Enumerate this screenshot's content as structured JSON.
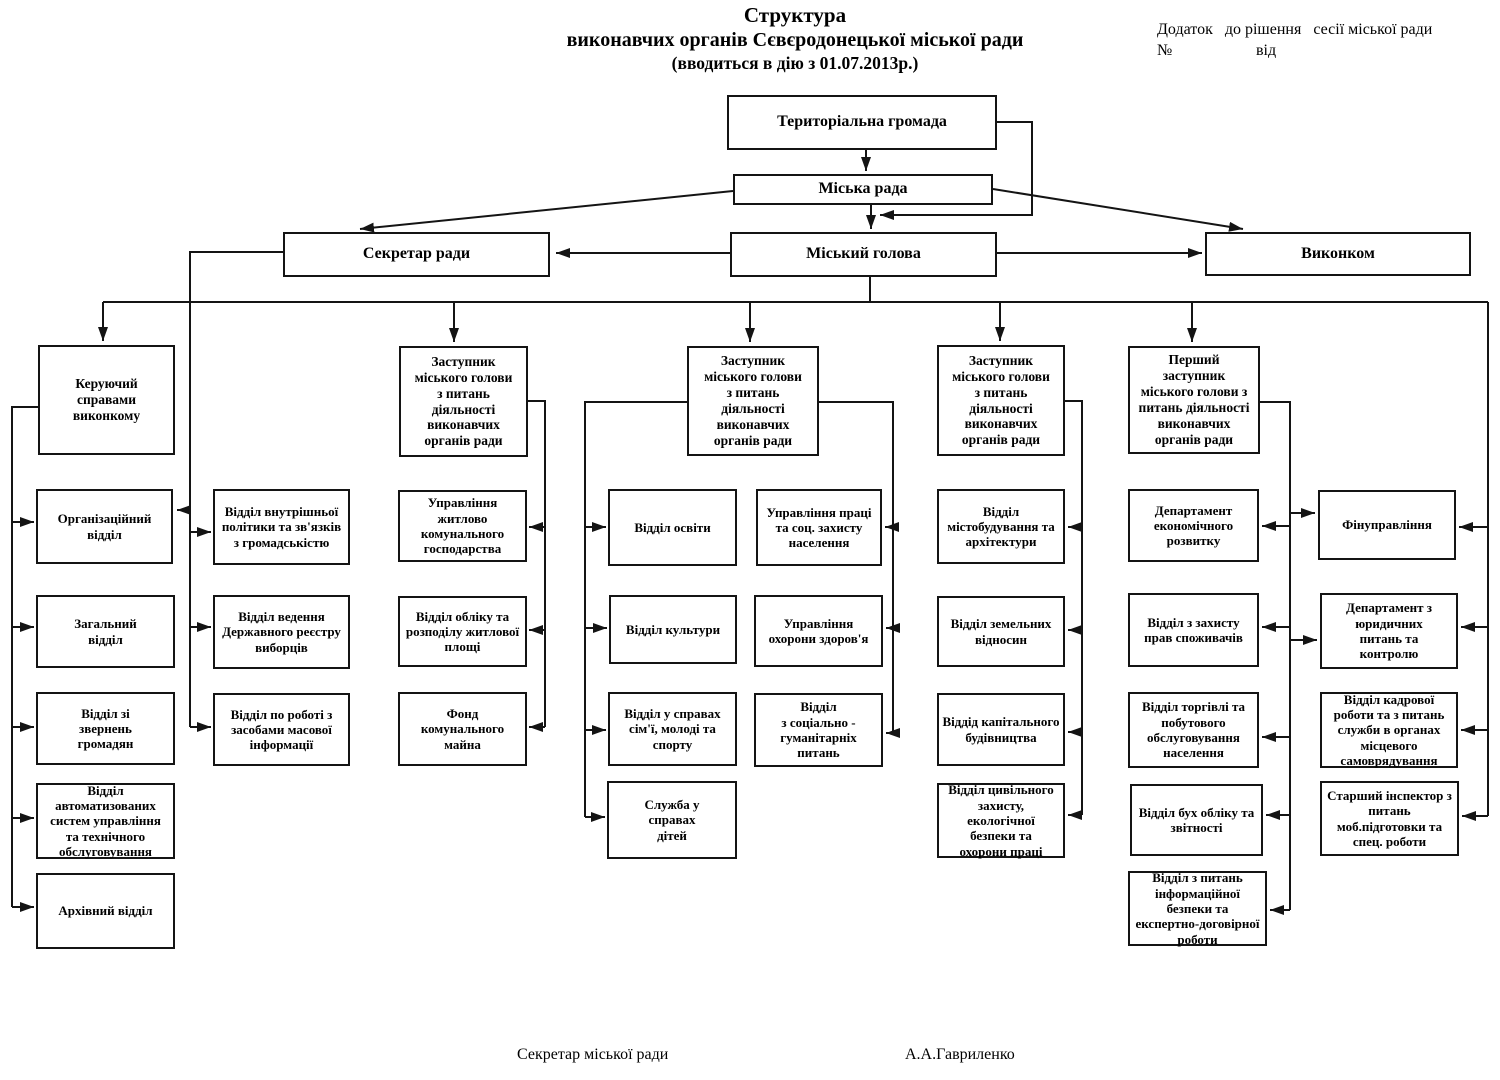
{
  "title": {
    "line1": "Структура",
    "line2": "виконавчих органів Сєвєродонецької міської ради",
    "line3": "(вводиться  в  дію з 01.07.2013р.)"
  },
  "annotation": {
    "word1": "Додаток",
    "word2": "до рішення",
    "word3": "сесії міської ради",
    "word4": "№",
    "word5": "від"
  },
  "nodes": {
    "territorial_hromada": "Територіальна громада",
    "miska_rada": "Міська рада",
    "sekretar_rady": "Секретар ради",
    "miskyi_holova": "Міський голова",
    "vykonkom": "Виконком",
    "keruyuchyi": "Керуючий\nсправами\nвиконкому",
    "zastupnyk1": "Заступник\nміського голови\nз питань\nдіяльності\nвиконавчих\nорганів ради",
    "zastupnyk2": "Заступник\nміського голови\nз питань\nдіяльності\nвиконавчих\nорганів ради",
    "zastupnyk3": "Заступник\nміського голови\nз питань\nдіяльності\nвиконавчих\nорганів ради",
    "pershyi_zastupnyk": "Перший\nзаступник\nміського голови  з\nпитань діяльності\nвиконавчих\nорганів ради",
    "org_viddil": "Організаційний\nвідділ",
    "zah_viddil": "Загальний\nвідділ",
    "zvernen": "Відділ зі\nзвернень\nгромадян",
    "avtomat": "Відділ\nавтоматизованих\nсистем управління\nта технічного\nобслуговування",
    "arkhiv": "Архівний відділ",
    "vnutr_polityky": "Відділ внутрішньої\nполітики та зв'язків\nз громадськістю",
    "reestr_vyborciv": "Відділ ведення\nДержавного реєстру\nвиборців",
    "zmi": "Відділ по роботі з\nзасобами масової\nінформації",
    "zhkh": "Управління\nжитлово\nкомунального\nгосподарства",
    "obliku_zhytla": "Відділ обліку та\nрозподілу житлової\nплощі",
    "fond_maina": "Фонд\nкомунального\nмайна",
    "osvity": "Відділ освіти",
    "kultury": "Відділ культури",
    "simyi": "Відділ у справах\nсім'ї, молоді  та\nспорту",
    "sluzhba_ditei": "Служба у\nсправах\nдітей",
    "praci": "Управління праці\nта соц. захисту\nнаселення",
    "zdorovya": "Управління\nохорони здоров'я",
    "soc_gum": "Відділ\nз соціально -\nгуманітарніх\nпитань",
    "mistobud": "Відділ\nмістобудування та\nархітектури",
    "zemel": "Відділ земельних\nвідносин",
    "kapbud": "Віддід капітального\nбудівництва",
    "cyv_zakhyst": "Відділ цивільного\nзахисту,\nекологічної\nбезпеки та\nохорони праці",
    "dep_ekonom": "Департамент\nекономічного\nрозвитку",
    "zakhyst_prav": "Відділ з захисту\nправ споживачів",
    "torhivli": "Відділ торгівлі та\nпобутового\nобслуговування\nнаселення",
    "bukh_obliku": "Відділ бух обліку та\nзвітності",
    "inform_bezpeky": "Відділ з питань\nінформаційної\nбезпеки та\nекспертно-договірної\nроботи",
    "finupravlinnya": "Фінуправління",
    "dep_yuryd": "Департамент з\nюридичних\nпитань та\nконтролю",
    "kadrovoi": "Відділ кадрової\nроботи та з питань\nслужби в органах\nмісцевого\nсамоврядування",
    "starshyi_inspektor": "Старший інспектор з\nпитань\nмоб.підготовки та\nспец. роботи"
  },
  "footer": {
    "left": "Секретар міської ради",
    "right": "А.А.Гавриленко"
  },
  "colors": {
    "line": "#141414",
    "box_border": "#141414",
    "background": "#ffffff"
  }
}
